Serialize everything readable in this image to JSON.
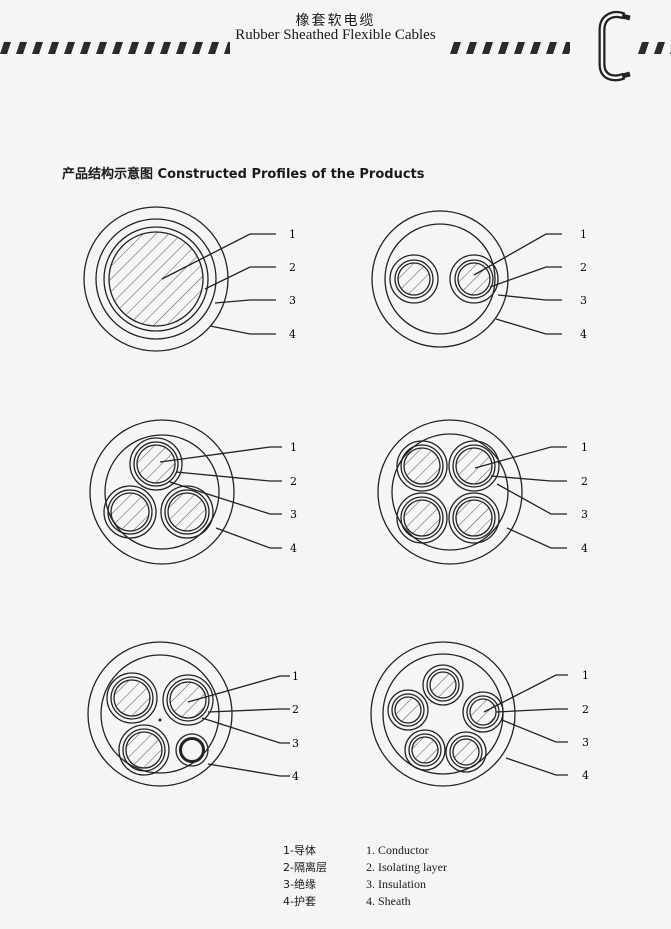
{
  "header": {
    "title_cn": "橡套软电缆",
    "title_en": "Rubber Sheathed Flexible Cables",
    "logo_icon": "c-logo-icon"
  },
  "section_title": "产品结构示意图 Constructed Profiles of the Products",
  "figures": [
    {
      "labels": [
        "1",
        "2",
        "3",
        "4"
      ]
    },
    {
      "labels": [
        "1",
        "2",
        "3",
        "4"
      ]
    },
    {
      "labels": [
        "1",
        "2",
        "3",
        "4"
      ]
    },
    {
      "labels": [
        "1",
        "2",
        "3",
        "4"
      ]
    },
    {
      "labels": [
        "1",
        "2",
        "3",
        "4"
      ]
    },
    {
      "labels": [
        "1",
        "2",
        "3",
        "4"
      ]
    }
  ],
  "legend_cn": [
    "1-导体",
    "2-隔离层",
    "3-绝缘",
    "4-护套"
  ],
  "legend_en": [
    "1. Conductor",
    "2. Isolating layer",
    "3. Insulation",
    "4. Sheath"
  ]
}
